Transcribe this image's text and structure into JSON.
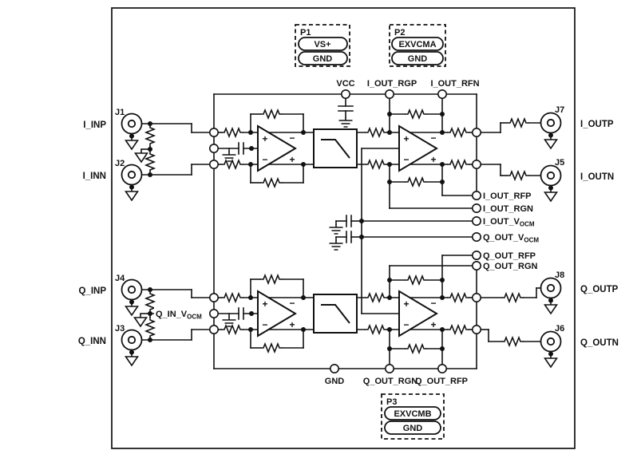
{
  "colors": {
    "ink": "#111111",
    "paper": "#ffffff"
  },
  "ports": {
    "left": [
      {
        "jack": "J1",
        "label": "I_INP"
      },
      {
        "jack": "J2",
        "label": "I_INN"
      },
      {
        "jack": "J4",
        "label": "Q_INP"
      },
      {
        "jack": "J3",
        "label": "Q_INN"
      }
    ],
    "right": [
      {
        "jack": "J7",
        "label": "I_OUTP"
      },
      {
        "jack": "J5",
        "label": "I_OUTN"
      },
      {
        "jack": "J8",
        "label": "Q_OUTP"
      },
      {
        "jack": "J6",
        "label": "Q_OUTN"
      }
    ]
  },
  "headers": {
    "p1": {
      "name": "P1",
      "pin1": "VS+",
      "pin2": "GND"
    },
    "p2": {
      "name": "P2",
      "pin1": "EXVCMA",
      "pin2": "GND"
    },
    "p3": {
      "name": "P3",
      "pin1": "EXVCMB",
      "pin2": "GND"
    }
  },
  "top_rail": {
    "vcc": "VCC",
    "rgp": "I_OUT_RGP",
    "rfn": "I_OUT_RFN"
  },
  "bottom_rail": {
    "gnd": "GND",
    "rgn": "Q_OUT_RGN",
    "rfp": "Q_OUT_RFP"
  },
  "testpoints": {
    "i_rfp": "I_OUT_RFP",
    "i_rgn": "I_OUT_RGN",
    "i_vocm": "I_OUT_V",
    "q_vocm": "Q_OUT_V",
    "q_rfp": "Q_OUT_RFP",
    "q_rgn": "Q_OUT_RGN",
    "q_in_vocm": "Q_IN_V",
    "sub": "OCM"
  },
  "amp_signs": {
    "in_p": "+",
    "in_n": "−",
    "out_n": "−",
    "out_p": "+"
  }
}
